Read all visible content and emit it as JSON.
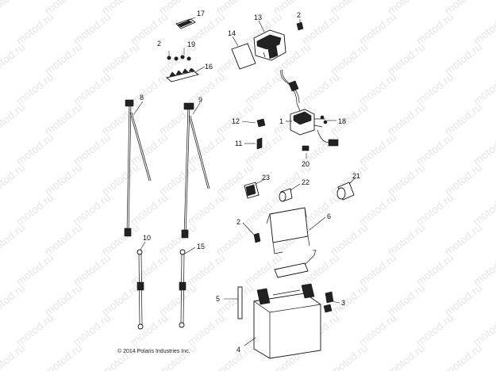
{
  "watermark": "motod.ru",
  "copyright": "© 2014 Polaris Industries Inc.",
  "callouts": [
    "17",
    "2",
    "13",
    "14",
    "2",
    "19",
    "16",
    "8",
    "9",
    "12",
    "1",
    "18",
    "11",
    "20",
    "23",
    "22",
    "21",
    "2",
    "6",
    "10",
    "15",
    "7",
    "5",
    "3",
    "4"
  ]
}
